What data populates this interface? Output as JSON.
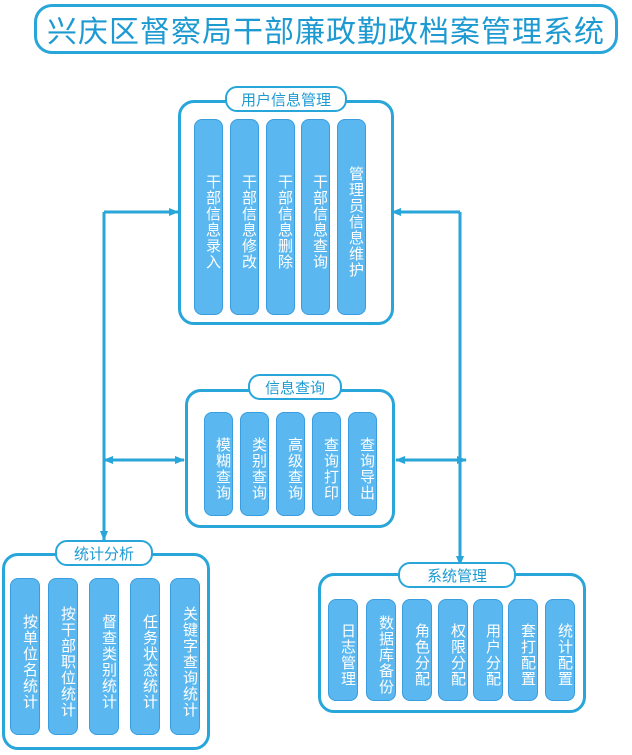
{
  "title": "兴庆区督察局干部廉政勤政档案管理系统",
  "colors": {
    "accent": "#29a6d9",
    "pill": "#5ab7f0",
    "text": "#1e9ad2"
  },
  "groups": {
    "user_info": {
      "label": "用户信息管理",
      "items": [
        "干部信息录入",
        "干部信息修改",
        "干部信息删除",
        "干部信息查询",
        "管理员信息维护"
      ]
    },
    "info_query": {
      "label": "信息查询",
      "items": [
        "模糊查询",
        "类别查询",
        "高级查询",
        "查询打印",
        "查询导出"
      ]
    },
    "stats": {
      "label": "统计分析",
      "items": [
        "按单位名统计",
        "按干部职位统计",
        "督查类别统计",
        "任务状态统计",
        "关键字查询统计"
      ]
    },
    "system": {
      "label": "系统管理",
      "items": [
        "日志管理",
        "数据库备份",
        "角色分配",
        "权限分配",
        "用户分配",
        "套打配置",
        "统计配置"
      ]
    }
  }
}
